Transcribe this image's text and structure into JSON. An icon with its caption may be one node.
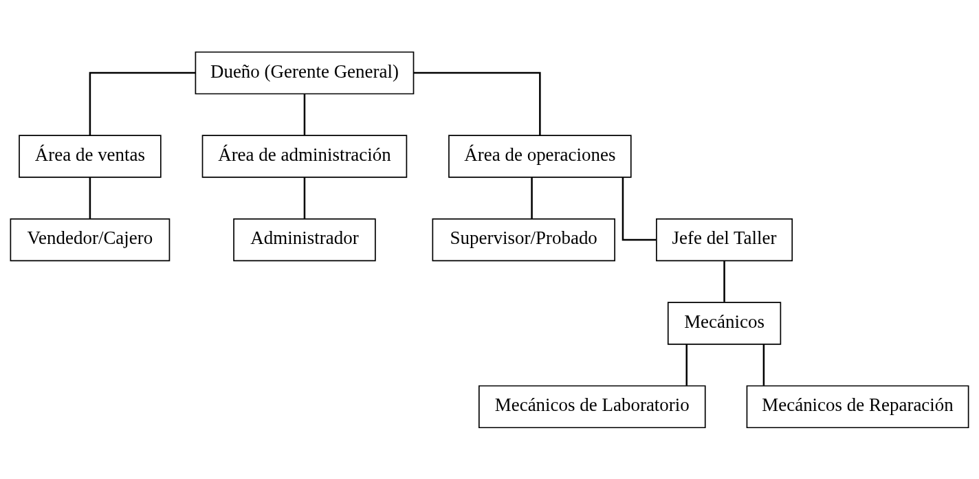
{
  "diagram": {
    "nodes": [
      {
        "text": [
          "Dueño (Gerente General)"
        ]
      },
      {
        "text": [
          "Área de ventas"
        ]
      },
      {
        "text": [
          "Área de administración"
        ]
      },
      {
        "text": [
          "Área de operaciones"
        ]
      },
      {
        "text": [
          "Vendedor/Cajero"
        ]
      },
      {
        "text": [
          "Administrador"
        ]
      },
      {
        "text": [
          "Supervisor/Probado"
        ]
      },
      {
        "text": [
          "Jefe del Taller"
        ]
      },
      {
        "text": [
          "Mecánicos"
        ]
      },
      {
        "text": [
          "Mecánicos de Laboratorio"
        ]
      },
      {
        "text": [
          "Mecánicos de Reparación"
        ]
      }
    ],
    "edges": [
      {
        "from": 0,
        "to": 1,
        "arrow": "none"
      },
      {
        "from": 0,
        "to": 2,
        "arrow": "none"
      },
      {
        "from": 0,
        "to": 3,
        "arrow": "none"
      },
      {
        "from": 1,
        "to": 4,
        "arrow": "none"
      },
      {
        "from": 2,
        "to": 5,
        "arrow": "none"
      },
      {
        "from": 3,
        "to": 6,
        "arrow": "none"
      },
      {
        "from": 3,
        "to": 7,
        "arrow": "none"
      },
      {
        "from": 7,
        "to": 8,
        "arrow": "none"
      },
      {
        "from": 8,
        "to": 9,
        "arrow": "none"
      },
      {
        "from": 8,
        "to": 10,
        "arrow": "none"
      }
    ]
  }
}
